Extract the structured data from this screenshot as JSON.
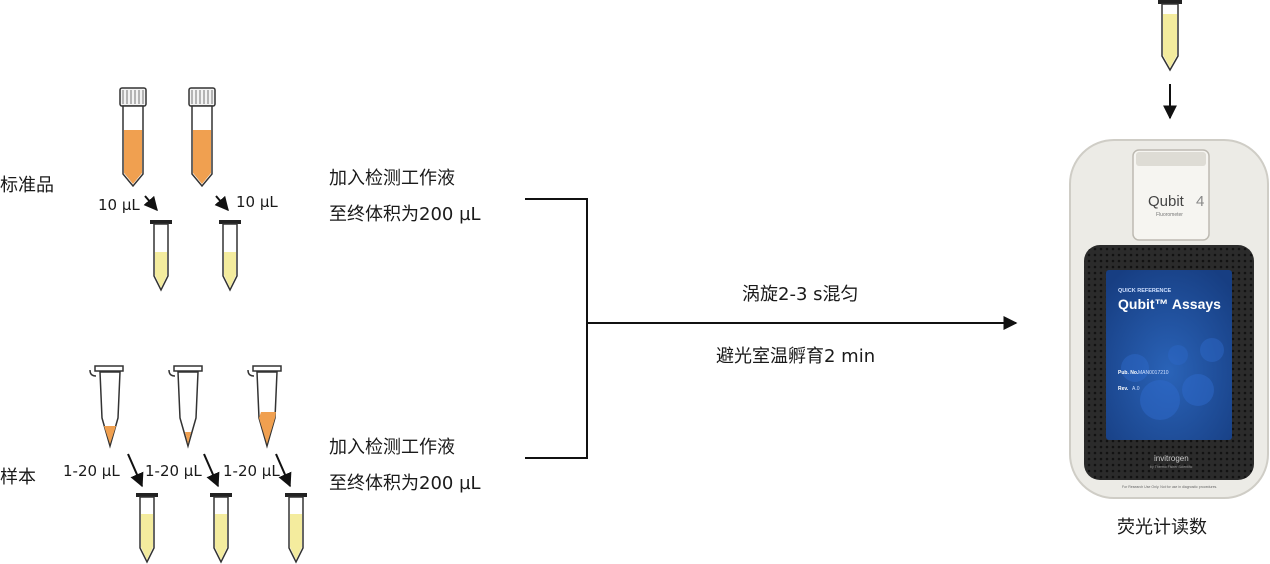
{
  "labels": {
    "standards": "标准品",
    "samples": "样本",
    "reading": "荧光计读数"
  },
  "volumes": {
    "std_a": "10 µL",
    "std_b": "10 µL",
    "smp_a": "1-20 µL",
    "smp_b": "1-20 µL",
    "smp_c": "1-20 µL"
  },
  "instructions": {
    "std_line1": "加入检测工作液",
    "std_line2": "至终体积为200 µL",
    "smp_line1": "加入检测工作液",
    "smp_line2": "至终体积为200 µL",
    "vortex": "涡旋2-3 s混匀",
    "incubate": "避光室温孵育2 min"
  },
  "device": {
    "brand": "Qubit",
    "model": "4",
    "sub": "Fluorometer",
    "card_header": "QUICK REFERENCE",
    "card_title": "Qubit™ Assays",
    "pub_label": "Pub. No.",
    "pub_value": "MAN0017210",
    "rev_label": "Rev.",
    "rev_value": "A.0",
    "maker": "invitrogen",
    "maker_sub": "by Thermo Fisher Scientific",
    "footer": "For Research Use Only. Not for use in diagnostic procedures."
  },
  "colors": {
    "orange": "#F0A050",
    "yellow": "#F4EC9E",
    "card_blue": "#1F4F9C",
    "body_gray": "#ECEBE6",
    "panel_dark": "#2A2A2A"
  }
}
